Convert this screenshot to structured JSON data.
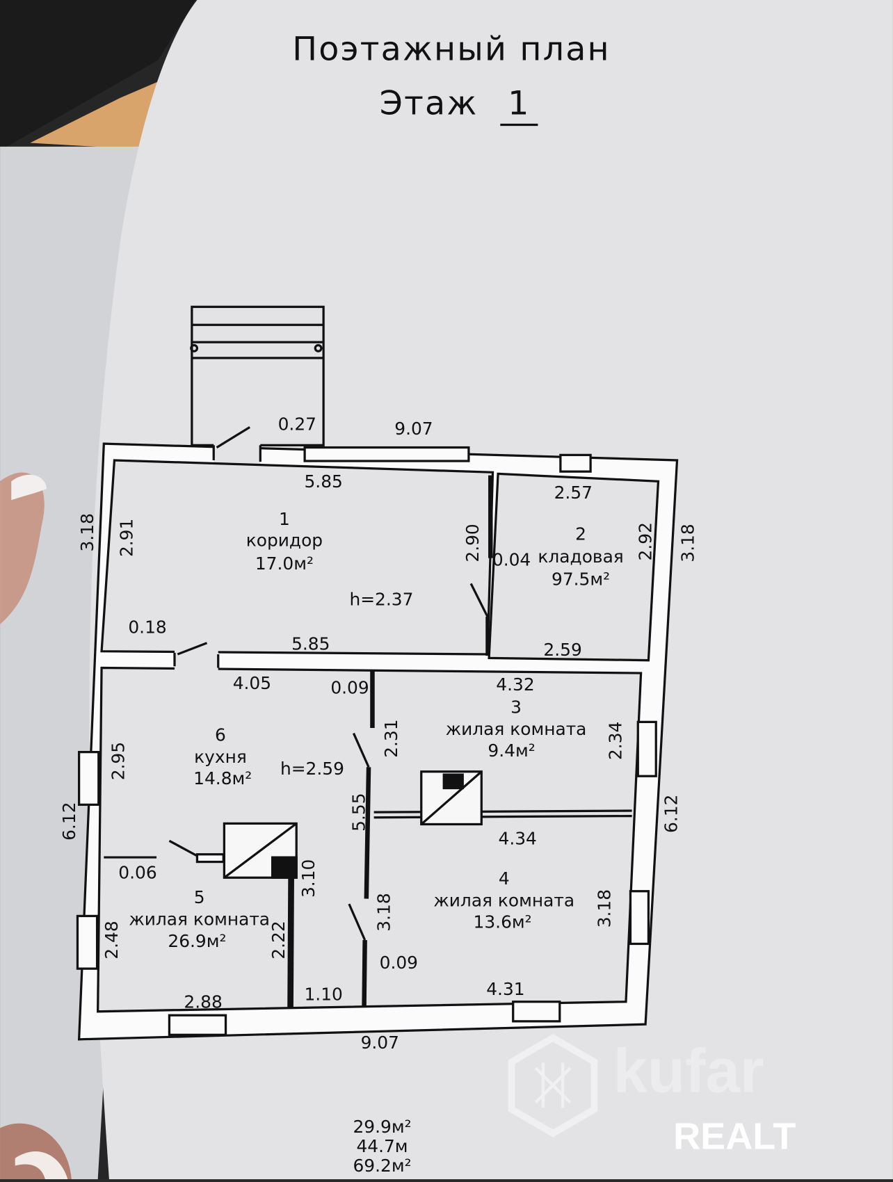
{
  "header": {
    "title": "Поэтажный план",
    "floor_label": "Этаж",
    "floor_number": "1"
  },
  "rooms": [
    {
      "number": "1",
      "name": "коридор",
      "area": "17.0м²"
    },
    {
      "number": "2",
      "name": "кладовая",
      "area": "97.5м²"
    },
    {
      "number": "3",
      "name": "жилая комната",
      "area": "9.4м²"
    },
    {
      "number": "4",
      "name": "жилая комната",
      "area": "13.6м²"
    },
    {
      "number": "5",
      "name": "жилая комната",
      "area": "26.9м²"
    },
    {
      "number": "6",
      "name": "кухня",
      "area": "14.8м²"
    }
  ],
  "dims": [
    "0.27",
    "9.07",
    "5.85",
    "2.57",
    "3.18",
    "2.91",
    "2.90",
    "0.04",
    "2.92",
    "3.18",
    "h=2.37",
    "0.18",
    "5.85",
    "2.59",
    "4.05",
    "0.09",
    "4.32",
    "2.31",
    "2.34",
    "2.95",
    "h=2.59",
    "6.12",
    "6.12",
    "5.55",
    "4.34",
    "0.06",
    "3.10",
    "3.18",
    "3.18",
    "2.48",
    "2.22",
    "0.09",
    "2.88",
    "1.10",
    "4.31",
    "9.07"
  ],
  "totals": [
    "29.9м²",
    "44.7м",
    "69.2м²"
  ],
  "watermark": {
    "brand": "kufar",
    "sub": "REALT"
  }
}
